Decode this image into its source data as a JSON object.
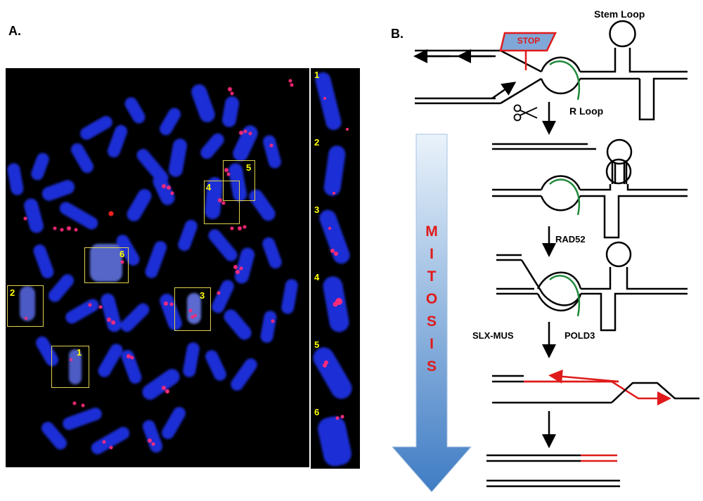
{
  "panel_a": {
    "label": "A.",
    "rois": [
      {
        "number": "1"
      },
      {
        "number": "2"
      },
      {
        "number": "3"
      },
      {
        "number": "4"
      },
      {
        "number": "5"
      },
      {
        "number": "6"
      }
    ],
    "insets": [
      "1",
      "2",
      "3",
      "4",
      "5",
      "6"
    ]
  },
  "panel_b": {
    "label": "B.",
    "stop_sign": "STOP",
    "stem_loop_label": "Stem Loop",
    "r_loop_label": "R Loop",
    "rad52_label": "RAD52",
    "slx_mus_label": "SLX-MUS",
    "pold3_label": "POLD3",
    "mitosis_letters": [
      "M",
      "I",
      "T",
      "O",
      "S",
      "I",
      "S"
    ],
    "scissors_icon": "scissors-icon"
  },
  "colors": {
    "chromosome_blue": "#1a2fd6",
    "foci_magenta": "#ff2a7a",
    "roi_yellow": "#ffff00",
    "dna_black": "#000000",
    "nascent_red": "#e01a1a",
    "rna_green": "#1f8a3a",
    "arrow_gradient_top": "#eaf3fb",
    "arrow_gradient_bottom": "#3f7cc4"
  }
}
